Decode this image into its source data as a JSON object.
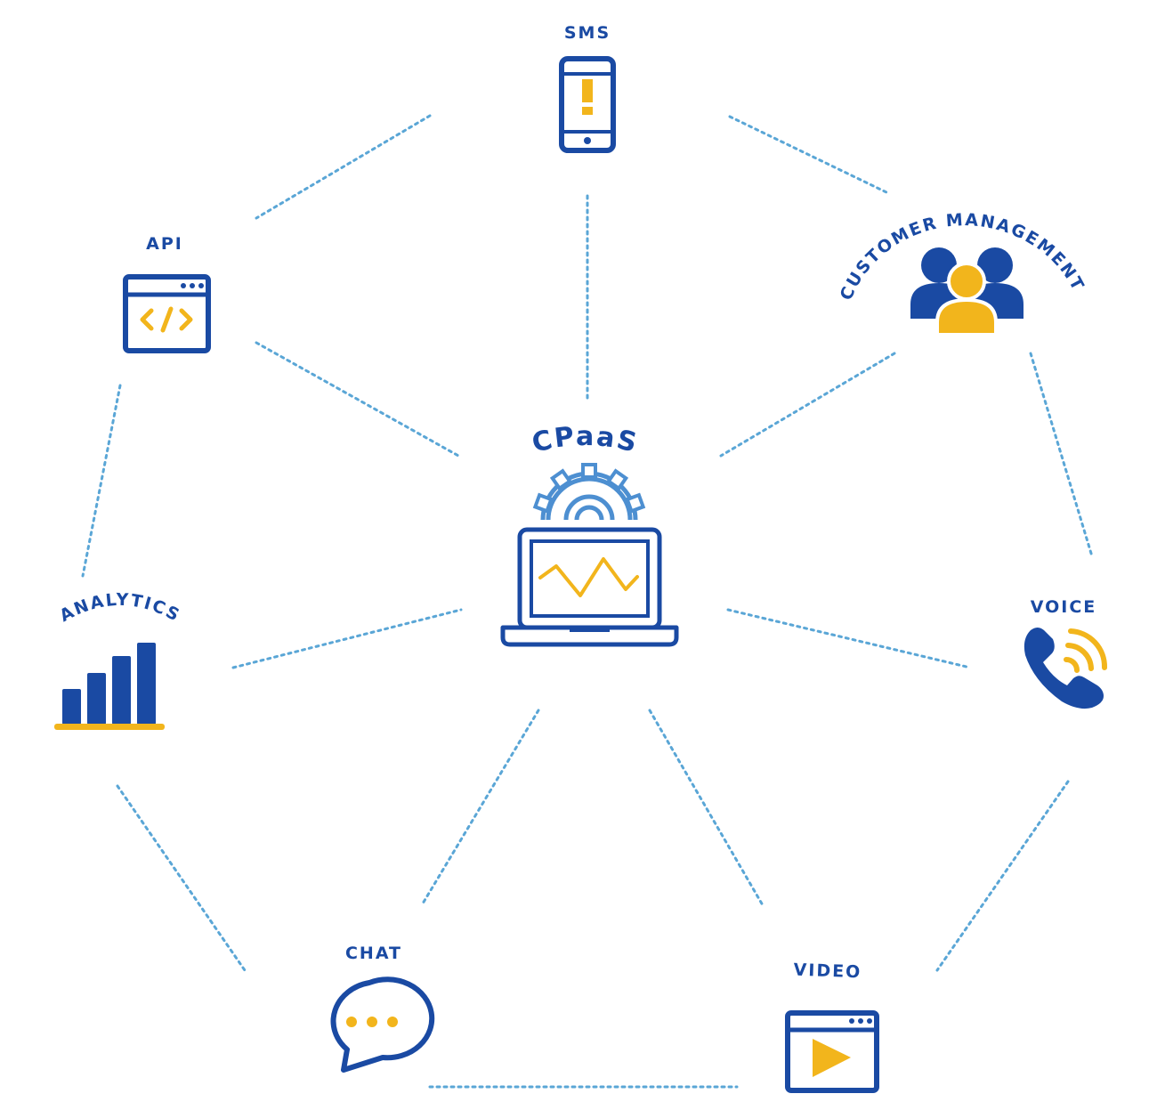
{
  "center": {
    "label": "CPaaS",
    "icon": "laptop-gear-icon"
  },
  "nodes": {
    "sms": {
      "label": "SMS",
      "icon": "mobile-alert-icon"
    },
    "api": {
      "label": "API",
      "icon": "code-window-icon"
    },
    "customer": {
      "label": "CUSTOMER MANAGEMENT",
      "icon": "people-group-icon"
    },
    "analytics": {
      "label": "ANALYTICS",
      "icon": "bar-chart-icon"
    },
    "voice": {
      "label": "VOICE",
      "icon": "phone-ringing-icon"
    },
    "chat": {
      "label": "CHAT",
      "icon": "chat-bubble-icon"
    },
    "video": {
      "label": "VIDEO",
      "icon": "video-player-icon"
    }
  },
  "colors": {
    "primary": "#1a4aa3",
    "accent": "#f2b51c",
    "connector": "#5aa6d6",
    "gear": "#4d8fd1"
  }
}
